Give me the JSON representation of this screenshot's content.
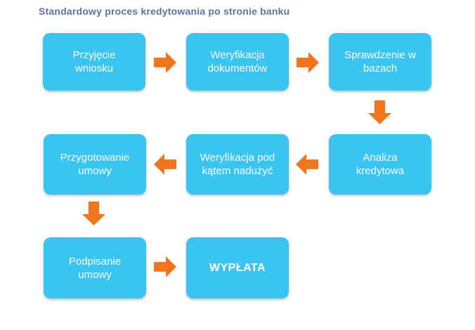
{
  "title": "Standardowy proces kredytowania po stronie banku",
  "colors": {
    "node_fill": "#39c4f2",
    "node_text": "#ffffff",
    "arrow_fill": "#f0751c",
    "title_text": "#5d7599",
    "background": "#ffffff"
  },
  "flow": {
    "nodes": [
      {
        "id": "przyjecie-wniosku",
        "label": "Przyjęcie wniosku"
      },
      {
        "id": "weryfikacja-dokumentow",
        "label": "Weryfikacja dokumentów"
      },
      {
        "id": "sprawdzenie-w-bazach",
        "label": "Sprawdzenie w bazach"
      },
      {
        "id": "analiza-kredytowa",
        "label": "Analiza kredytowa"
      },
      {
        "id": "weryfikacja-naduzyc",
        "label": "Weryfikacja pod kątem nadużyć"
      },
      {
        "id": "przygotowanie-umowy",
        "label": "Przygotowanie umowy"
      },
      {
        "id": "podpisanie-umowy",
        "label": "Podpisanie umowy"
      },
      {
        "id": "wyplata",
        "label": "WYPŁATA",
        "emphasis": "bold"
      }
    ],
    "arrows": [
      {
        "from": "Przyjęcie wniosku",
        "to": "Weryfikacja dokumentów",
        "direction": "right"
      },
      {
        "from": "Weryfikacja dokumentów",
        "to": "Sprawdzenie w bazach",
        "direction": "right"
      },
      {
        "from": "Sprawdzenie w bazach",
        "to": "Analiza kredytowa",
        "direction": "down"
      },
      {
        "from": "Analiza kredytowa",
        "to": "Weryfikacja pod kątem nadużyć",
        "direction": "left"
      },
      {
        "from": "Weryfikacja pod kątem nadużyć",
        "to": "Przygotowanie umowy",
        "direction": "left"
      },
      {
        "from": "Przygotowanie umowy",
        "to": "Podpisanie umowy",
        "direction": "down"
      },
      {
        "from": "Podpisanie umowy",
        "to": "WYPŁATA",
        "direction": "right"
      }
    ]
  }
}
